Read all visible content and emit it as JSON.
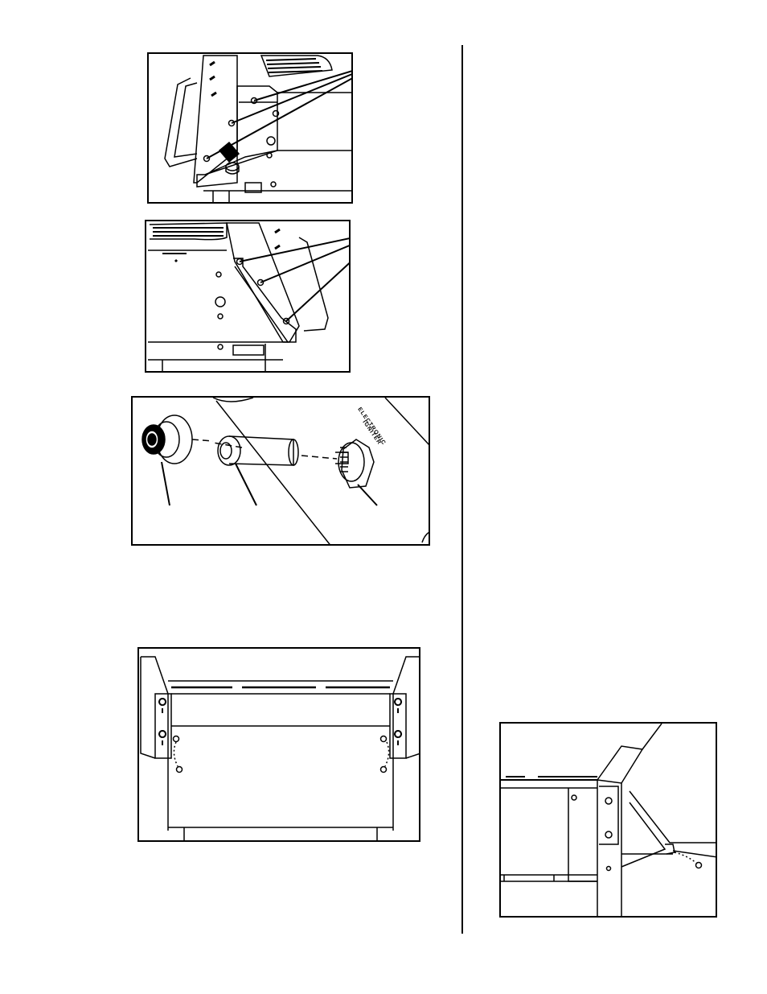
{
  "page": {
    "background": "#ffffff",
    "line_color": "#000000"
  },
  "figures": [
    {
      "id": "side-shelf-bracket-left",
      "depicts": "left side shelf bracket screws on grill body",
      "callout": "arrow-3-screws-icon"
    },
    {
      "id": "side-shelf-bracket-right",
      "depicts": "right side shelf bracket screws on grill body",
      "callout": "arrow-3-screws-icon"
    },
    {
      "id": "igniter-exploded",
      "depicts": "igniter button, module and nut exploded view",
      "label": "ELECTRONIC IGNITER"
    },
    {
      "id": "cart-front-panel",
      "depicts": "cart front panel keyhole screws"
    },
    {
      "id": "cart-corner-detail",
      "depicts": "cart corner bracket with screw"
    }
  ]
}
